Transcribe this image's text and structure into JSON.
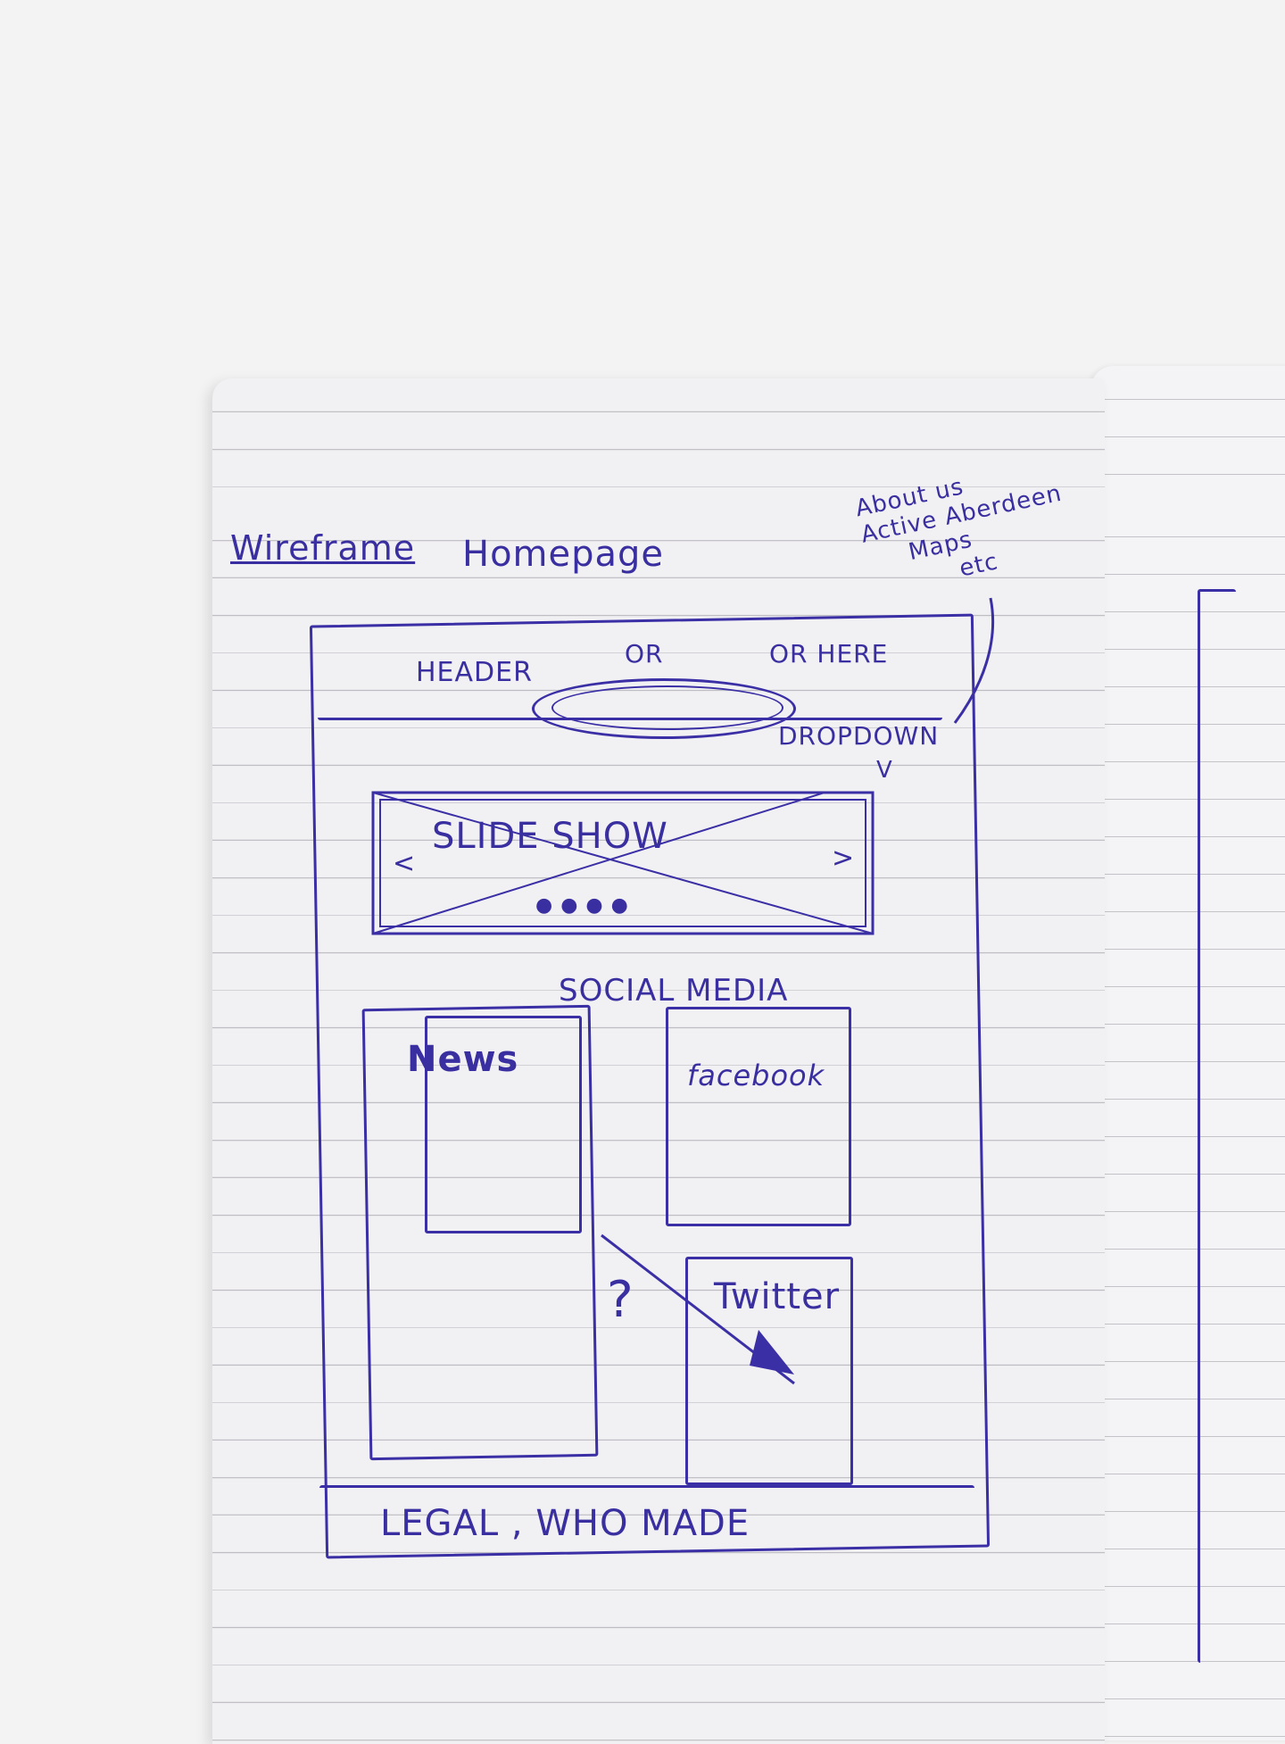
{
  "heading": {
    "title": "Wireframe",
    "page_name": "Homepage"
  },
  "nav_note": {
    "line1": "About us",
    "line2": "Active Aberdeen",
    "line3": "Maps",
    "line4": "etc"
  },
  "header": {
    "label": "HEADER",
    "or_1": "OR",
    "or_2": "OR HERE",
    "dropdown": "DROPDOWN",
    "dropdown_arrow": "V"
  },
  "slideshow": {
    "label": "SLIDE SHOW",
    "prev_arrow": "<",
    "next_arrow": ">",
    "dots": "● ● ● ●"
  },
  "social": {
    "title": "SOCIAL MEDIA",
    "news": "News",
    "facebook": "facebook",
    "twitter": "Twitter",
    "question_mark": "?"
  },
  "footer": {
    "label": "LEGAL , WHO MADE"
  },
  "colors": {
    "ink": "#3b2fa6",
    "paper": "#f1f0f2"
  }
}
